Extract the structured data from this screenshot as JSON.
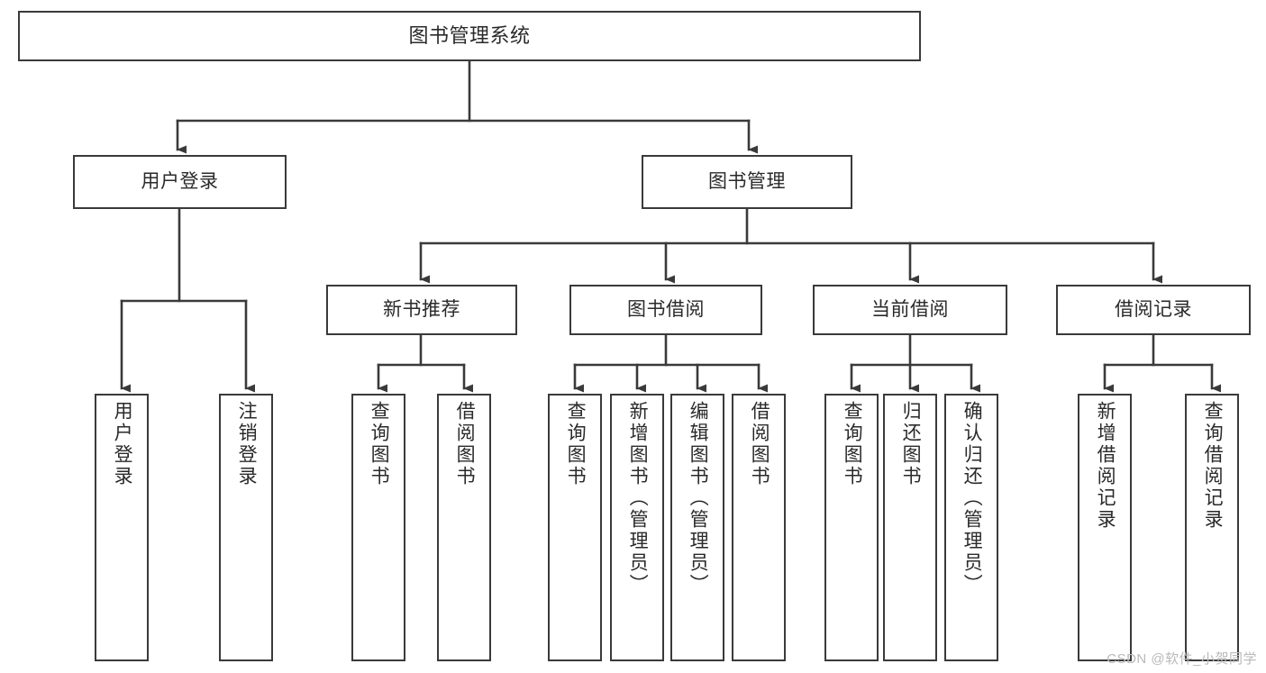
{
  "diagram": {
    "title": "图书管理系统",
    "type": "tree-hierarchy",
    "colors": {
      "background": "#ffffff",
      "node_border": "#3a3a3a",
      "node_fill": "#ffffff",
      "edge": "#3a3a3a",
      "text": "#2a2a2a",
      "watermark": "#b9b9b9"
    },
    "root": {
      "label": "图书管理系统"
    },
    "level1": [
      {
        "label": "用户登录"
      },
      {
        "label": "图书管理"
      }
    ],
    "level2": [
      {
        "label": "新书推荐"
      },
      {
        "label": "图书借阅"
      },
      {
        "label": "当前借阅"
      },
      {
        "label": "借阅记录"
      }
    ],
    "leaves": {
      "user_login": [
        {
          "label": "用户登录"
        },
        {
          "label": "注销登录"
        }
      ],
      "new_book_recommend": [
        {
          "label": "查询图书"
        },
        {
          "label": "借阅图书"
        }
      ],
      "book_borrow": [
        {
          "label": "查询图书"
        },
        {
          "label": "新增图书（管理员）"
        },
        {
          "label": "编辑图书（管理员）"
        },
        {
          "label": "借阅图书"
        }
      ],
      "current_borrow": [
        {
          "label": "查询图书"
        },
        {
          "label": "归还图书"
        },
        {
          "label": "确认归还（管理员）"
        }
      ],
      "borrow_record": [
        {
          "label": "新增借阅记录"
        },
        {
          "label": "查询借阅记录"
        }
      ]
    }
  },
  "watermark": {
    "text": "CSDN @软件_小贺同学"
  }
}
